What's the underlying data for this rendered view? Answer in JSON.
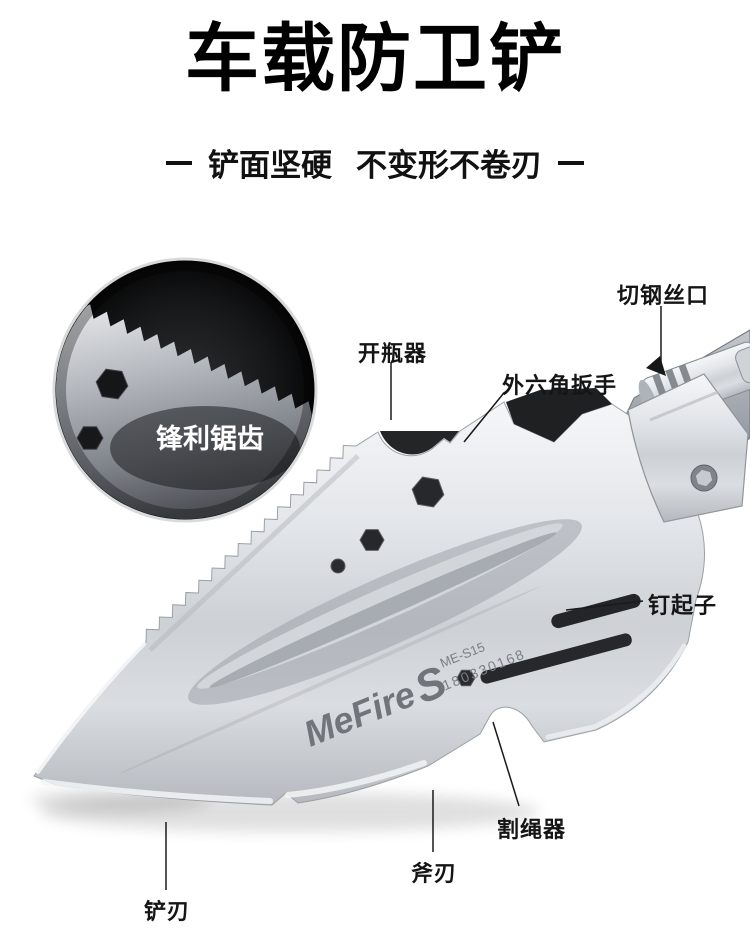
{
  "title": "车载防卫铲",
  "subtitle": {
    "left": "铲面坚硬",
    "right": "不变形不卷刃"
  },
  "inset": {
    "label": "锋利锯齿"
  },
  "callouts": {
    "wire_cutter": "切钢丝口",
    "bottle_opener": "开瓶器",
    "hex_wrench": "外六角扳手",
    "nail_puller": "钉起子",
    "rope_cutter": "割绳器",
    "axe_blade": "斧刃",
    "shovel_blade": "铲刃"
  },
  "brand": {
    "name": "MeFire",
    "suffix": "S",
    "model": "ME-S15",
    "serial": "180330168"
  },
  "colors": {
    "title": "#000000",
    "label": "#151515",
    "background": "#ffffff"
  }
}
